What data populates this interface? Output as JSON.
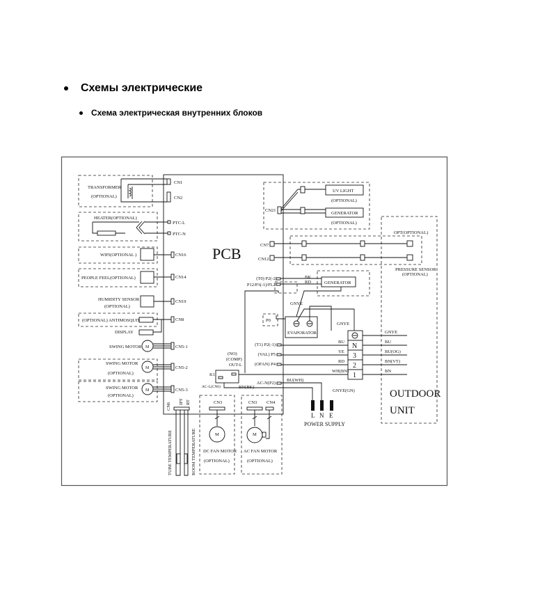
{
  "heading": "Схемы электрические",
  "subheading": "Схема электрическая внутренних блоков",
  "diagram": {
    "pcb": "PCB",
    "left": {
      "transformer": [
        "TRANSFORMER",
        "(OPTIONAL)"
      ],
      "heater": "HEATER(OPTIONAL)",
      "wifi": "WIFI(OPTIONAL )",
      "people_feel": "PEOPLE FEEL(OPTIONAL)",
      "humidity": [
        "HUMIDITY SENSOR",
        "(OPTIONAL)"
      ],
      "antimosquito": "(OPTIONAL) ANTIMOSQUITO",
      "display": "DISPLAY",
      "swing1": "SWING MOTOR",
      "swing2": [
        "SWING MOTOR",
        "(OPTIONAL)"
      ],
      "swing3": [
        "SWING MOTOR",
        "(OPTIONAL)"
      ],
      "motor_symbol": "M"
    },
    "connectors": {
      "cn1": "CN1",
      "cn2": "CN2",
      "ptc_l": "PTC-L",
      "ptc_n": "PTC-N",
      "cn16": "CN16",
      "cn14": "CN14",
      "cn19": "CN19",
      "cn8": "CN8",
      "cn5_1": "CN5-1",
      "cn5_2": "CN5-2",
      "cn5_3": "CN5-3",
      "cn6": "CN6",
      "ipt": "IPT",
      "rt": "RT",
      "cn21": "CN21",
      "cn7": "CN7",
      "cn12": "CN12",
      "p0": "P0",
      "t0": "(T0) P2(-2)",
      "p12": "P12/P3(-1)/FL2",
      "t1": "(T1) P2(-1)",
      "val": "(VAL) P5",
      "ofan": "(OFAN) P4",
      "acn": "AC-N(P2)",
      "no": "(NO)",
      "comp": "(COMP)",
      "outl": "OUT-L",
      "k1": "K1",
      "acl": "AC-L(CN0)"
    },
    "sensors": {
      "tube": "TUBE TEMPERATURE",
      "room": "ROOM TEMPERATURE"
    },
    "fans": {
      "dc_cn": "CN3",
      "dc": [
        "DC FAN MOTOR",
        "(OPTIONAL)"
      ],
      "ac_cn3": "CN3",
      "ac_cn4": "CN4",
      "ac": [
        "AC FAN MOTOR",
        "(OPTIONAL)"
      ]
    },
    "optional_top": {
      "uv": "UV LIGHT",
      "uv_opt": "(OPTIONAL)",
      "gen": "GENERATOR",
      "gen_opt": "(OPTIONAL)"
    },
    "opt": "OPT(OPTIONAL)",
    "pressure": [
      "PRESSURE SENSOR",
      "(OPTIONAL)"
    ],
    "generator": "GENERATOR",
    "gen_wires": [
      "BK",
      "RD"
    ],
    "evaporator": "EVAPORATOR",
    "gnye": "GNYE",
    "gnye2": "GNYE",
    "terminal": [
      "N",
      "3",
      "2",
      "1"
    ],
    "wires_left": [
      "BU",
      "YE",
      "RD",
      "WH(BN)"
    ],
    "wires_right": [
      "GNYE",
      "BU",
      "BU(OG)",
      "BN(VT)",
      "BN"
    ],
    "bu_wh": "BU(WH)",
    "bn_bk": "BN(BK)",
    "gnye_gn": "GNYE(GN)",
    "power": {
      "l": "L",
      "n": "N",
      "e": "E",
      "label": "POWER SUPPLY"
    },
    "outdoor": [
      "OUTDOOR",
      "UNIT"
    ]
  }
}
